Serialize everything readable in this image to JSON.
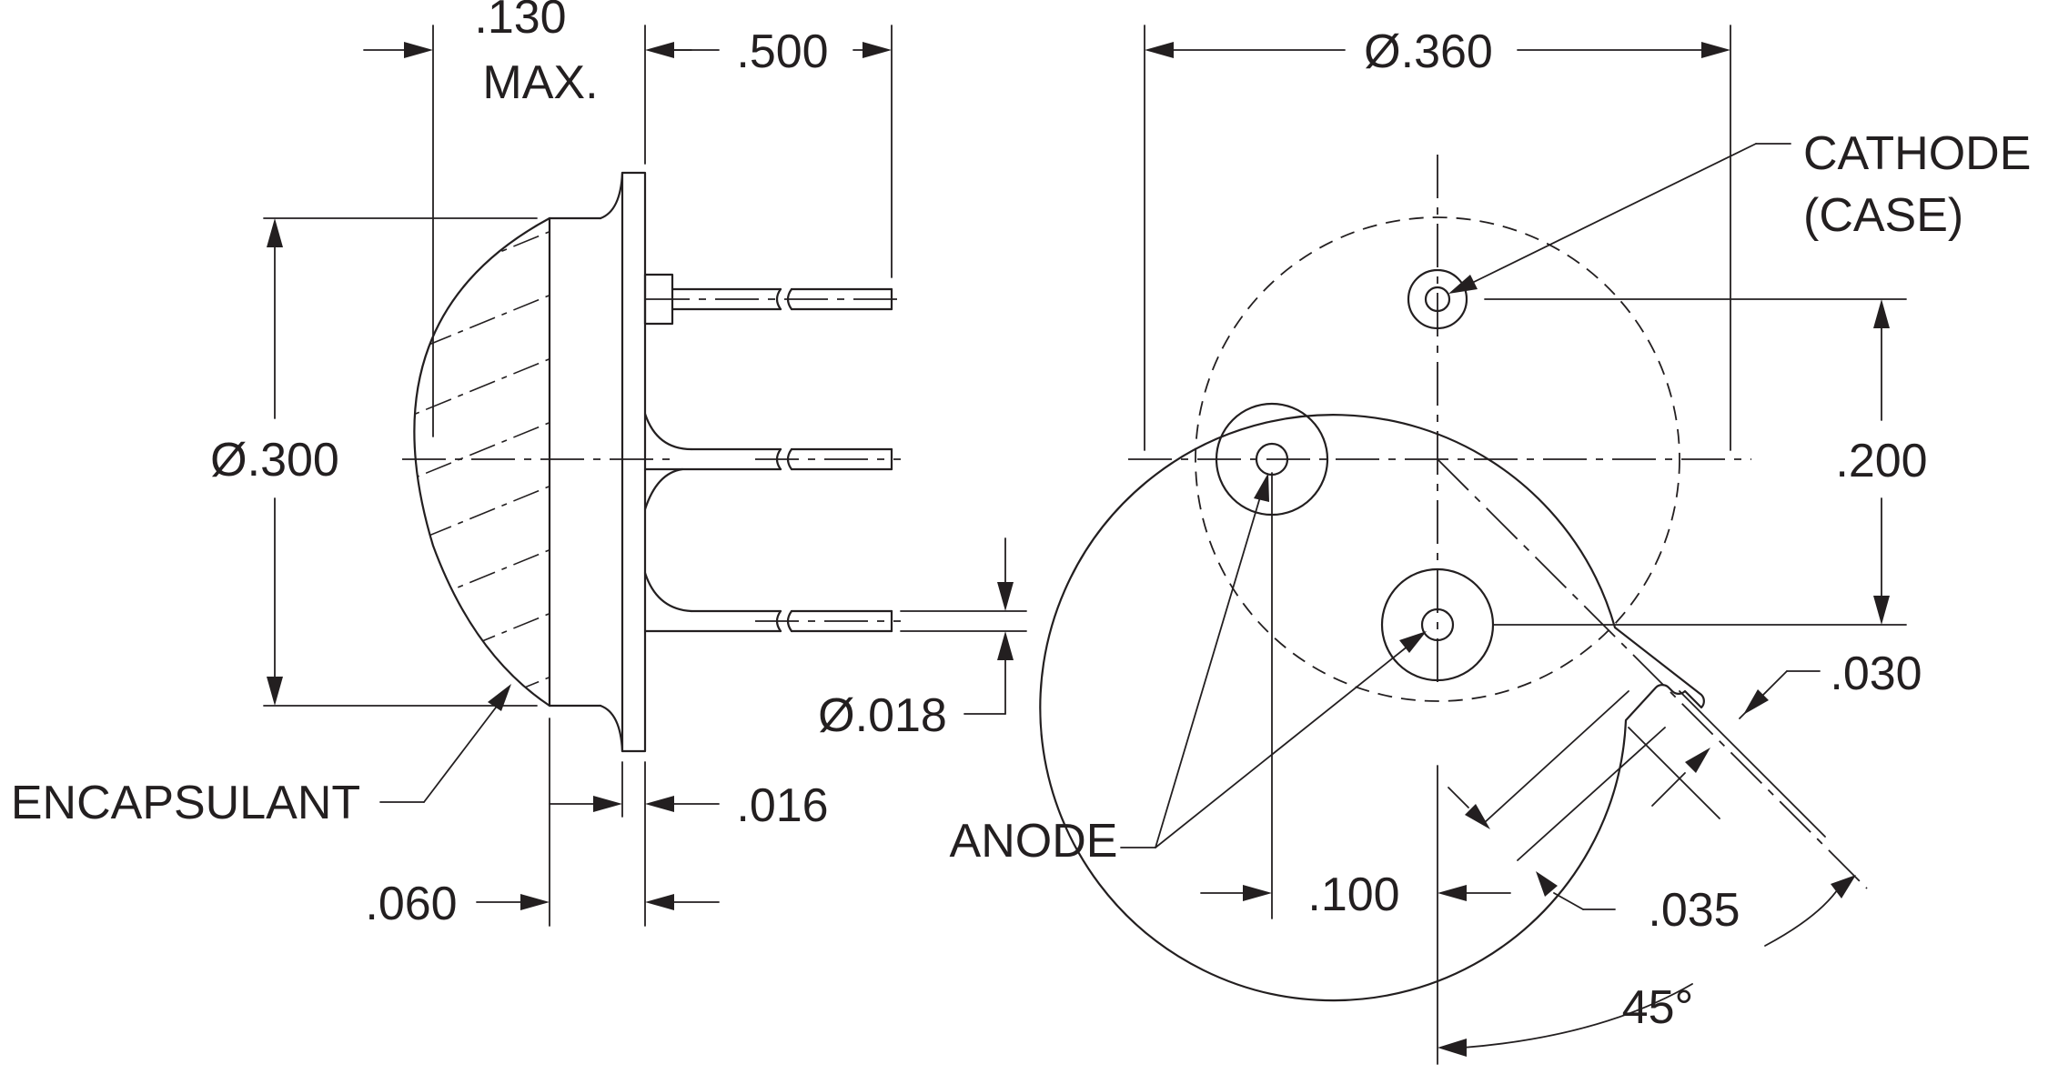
{
  "side_view": {
    "dim_body_thickness": ".130",
    "dim_body_thickness_note": "MAX.",
    "dim_lead_length": ".500",
    "dim_dome_diameter": "Ø.300",
    "dim_lead_diameter": "Ø.018",
    "dim_flange_thickness": ".016",
    "dim_base_thickness": ".060",
    "callout_encapsulant": "ENCAPSULANT"
  },
  "end_view": {
    "dim_case_diameter": "Ø.360",
    "callout_cathode_line1": "CATHODE",
    "callout_cathode_line2": "(CASE)",
    "dim_lead_spacing": ".200",
    "dim_tab_width": ".030",
    "callout_anode": "ANODE",
    "dim_lead_offset": ".100",
    "dim_tab_length": ".035",
    "dim_tab_angle": "45°"
  }
}
